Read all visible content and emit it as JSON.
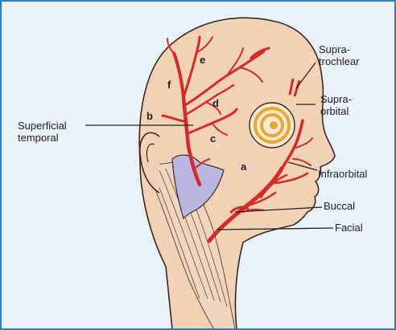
{
  "colors": {
    "frame": "#2f7fc1",
    "background": "#e9f2fb",
    "skin": "#f2d2b6",
    "artery": "#d42a2a",
    "gland": "#b9b7e2",
    "muscle": "#f0d6c2",
    "eye_ring": "#e7a83a"
  },
  "labels": {
    "superficial_temporal": "Superficial\ntemporal",
    "supratrochlear": "Supra-\ntrochlear",
    "supraorbital": "Supra-\norbital",
    "infraorbital": "Infraorbital",
    "buccal": "Buccal",
    "facial": "Facial"
  },
  "branch_letters": {
    "a": "a",
    "b": "b",
    "c": "c",
    "d": "d",
    "e": "e",
    "f": "f"
  },
  "structures": [
    "head-outline",
    "ear",
    "parotid-gland",
    "neck-muscle",
    "eye",
    "artery-tree"
  ]
}
